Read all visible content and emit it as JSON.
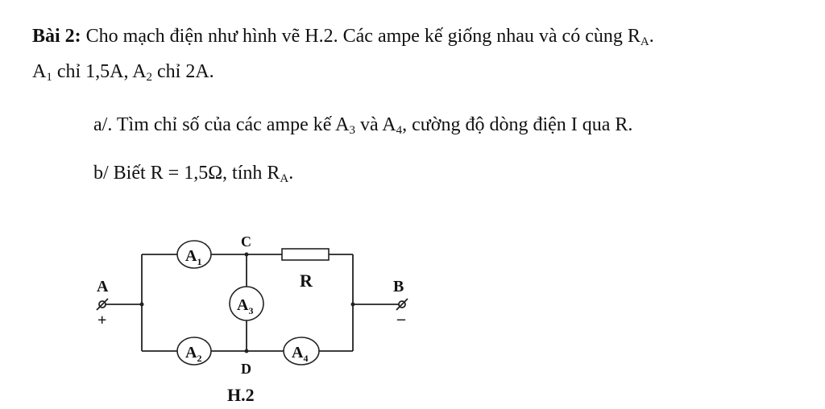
{
  "problem": {
    "title": "Bài 2:",
    "intro_line1": "Cho mạch điện như hình vẽ H.2. Các ampe kế giống nhau và có cùng R",
    "intro_sub1": "A",
    "intro_dot1": ".",
    "a1_label": "A",
    "a1_sub": "1",
    "a1_text": "chỉ 1,5A,",
    "a2_label": "A",
    "a2_sub": "2",
    "a2_text": "chỉ 2A.",
    "part_a_pre": "a/. Tìm chỉ số của các ampe kế A",
    "part_a_sub3": "3",
    "part_a_mid": "và A",
    "part_a_sub4": "4",
    "part_a_post": ", cường độ dòng điện I qua R.",
    "part_b_pre": "b/  Biết R = 1,5Ω, tính R",
    "part_b_sub": "A",
    "part_b_post": "."
  },
  "circuit": {
    "node_a": "A",
    "node_b": "B",
    "node_c": "C",
    "node_d": "D",
    "plus": "+",
    "minus": "–",
    "resistor": "R",
    "meter1": "A",
    "meter1_sub": "1",
    "meter2": "A",
    "meter2_sub": "2",
    "meter3": "A",
    "meter3_sub": "3",
    "meter4": "A",
    "meter4_sub": "4",
    "caption": "H.2"
  }
}
